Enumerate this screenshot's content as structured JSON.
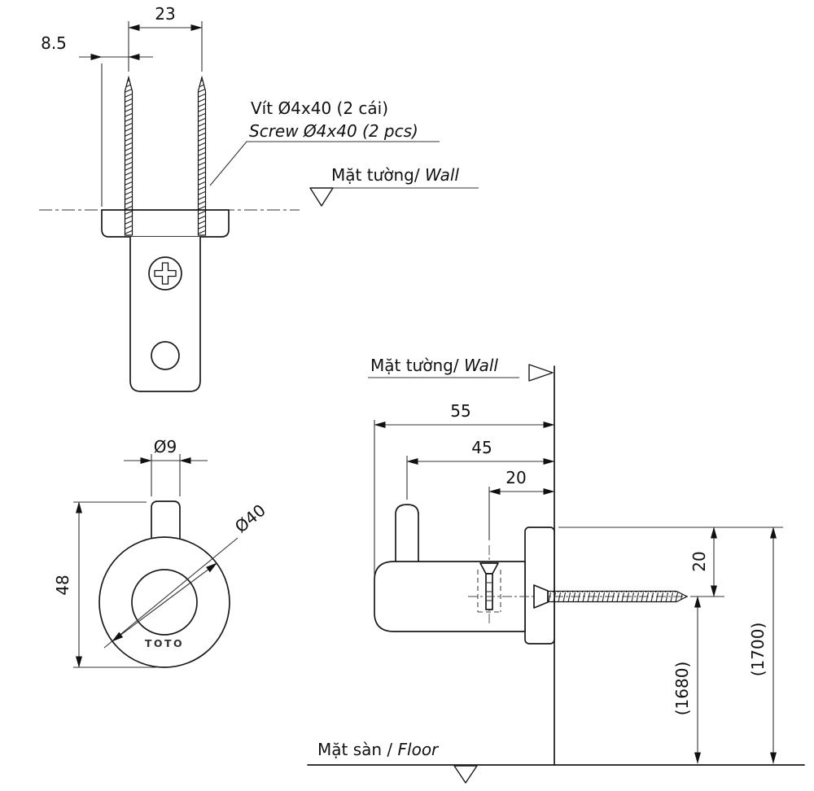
{
  "top_view": {
    "dim_spacing": "23",
    "dim_offset": "8.5",
    "screw_note_vi": "Vít Ø4x40 (2 cái)",
    "screw_note_en": "Screw Ø4x40 (2 pcs)",
    "wall_label_vi": "Mặt tường/ ",
    "wall_label_en": "Wall"
  },
  "front_view": {
    "dim_stem": "Ø9",
    "dim_height": "48",
    "dim_diameter": "Ø40",
    "brand": "TOTO"
  },
  "side_view": {
    "wall_label_vi": "Mặt tường/ ",
    "wall_label_en": "Wall",
    "dim_depth_total": "55",
    "dim_depth_peg": "45",
    "dim_depth_screw": "20",
    "dim_top_to_screw": "20",
    "dim_screw_height": "(1680)",
    "dim_top_height": "(1700)",
    "floor_label_vi": "Mặt sàn / ",
    "floor_label_en": "Floor"
  }
}
